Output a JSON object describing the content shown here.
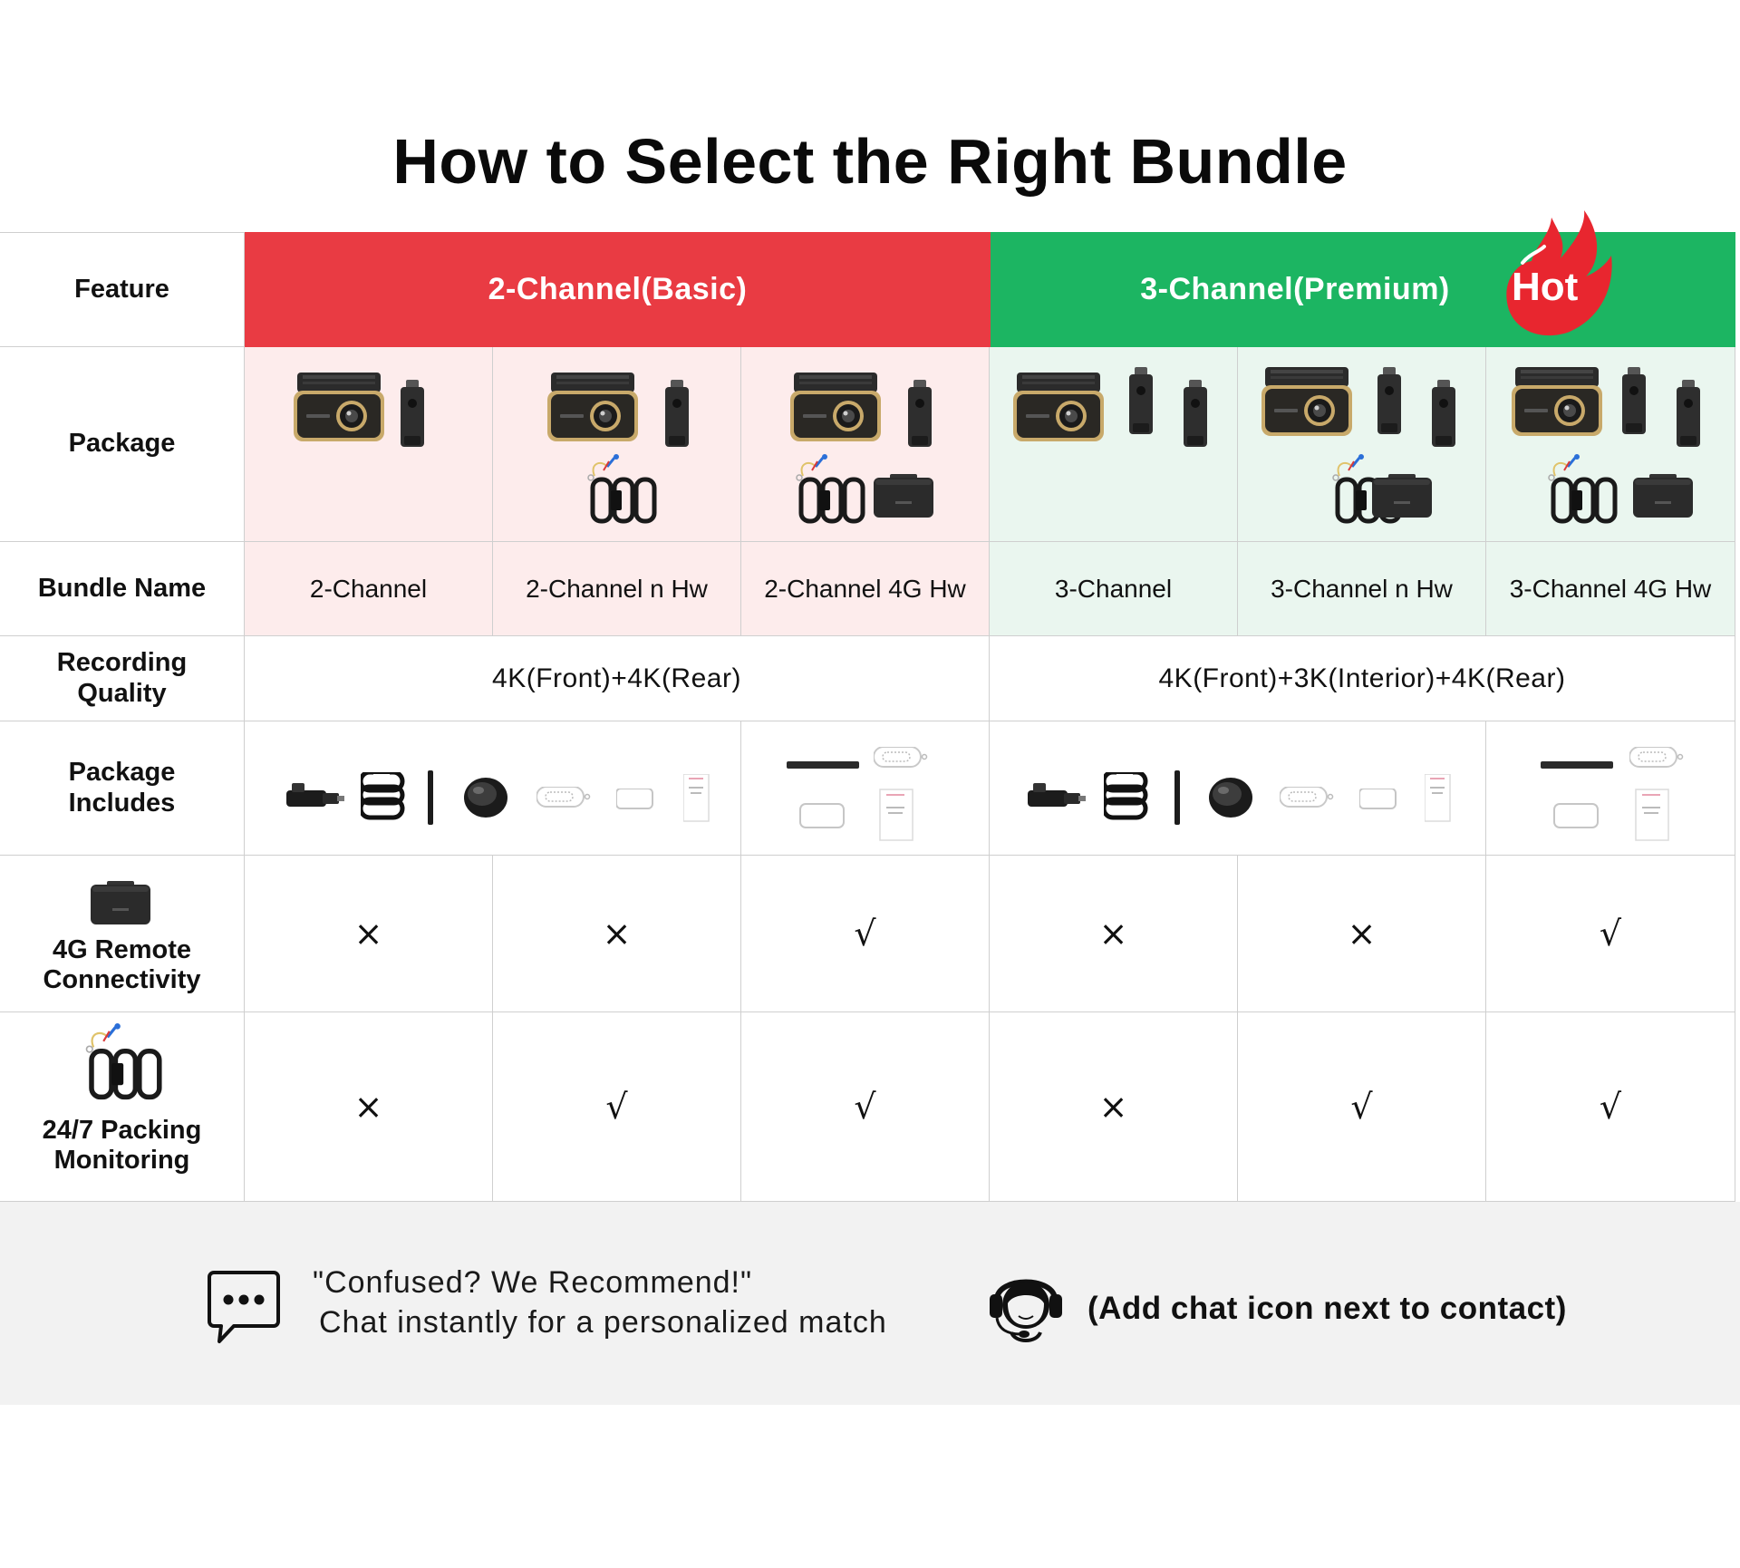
{
  "title": "How to Select the Right Bundle",
  "header": {
    "feature": "Feature",
    "group_basic": "2-Channel(Basic)",
    "group_premium": "3-Channel(Premium)",
    "hot_badge": "Hot"
  },
  "rows": {
    "package": "Package",
    "bundle_name": "Bundle Name",
    "recording_quality_1": "Recording",
    "recording_quality_2": "Quality",
    "package_includes_1": "Package",
    "package_includes_2": "Includes",
    "remote_1": "4G Remote",
    "remote_2": "Connectivity",
    "parking_1": "24/7 Packing",
    "parking_2": "Monitoring"
  },
  "bundles": [
    "2-Channel",
    "2-Channel n Hw",
    "2-Channel 4G Hw",
    "3-Channel",
    "3-Channel n Hw",
    "3-Channel 4G Hw"
  ],
  "quality": {
    "basic": "4K(Front)+4K(Rear)",
    "premium": "4K(Front)+3K(Interior)+4K(Rear)"
  },
  "remote_4g": [
    "×",
    "×",
    "√",
    "×",
    "×",
    "√"
  ],
  "parking_monitoring": [
    "×",
    "√",
    "√",
    "×",
    "√",
    "√"
  ],
  "footer": {
    "chat_line1": "\"Confused? We Recommend!\"",
    "chat_line2": "Chat instantly for a personalized match",
    "contact": "(Add chat icon next to contact)"
  },
  "colors": {
    "basic_header": "#e93b43",
    "premium_header": "#1cb562",
    "basic_bg": "#fdecec",
    "premium_bg": "#eaf6ef",
    "hot_flame": "#e8262f"
  },
  "icons": [
    "dashcam-icon",
    "rear-camera-icon",
    "interior-camera-icon",
    "hardwire-kit-icon",
    "4g-module-icon",
    "car-charger-icon",
    "cable-icon",
    "pry-tool-icon",
    "mount-disc-icon",
    "sticker-icon",
    "user-manual-icon",
    "chat-bubble-icon",
    "headset-agent-icon",
    "flame-icon"
  ]
}
